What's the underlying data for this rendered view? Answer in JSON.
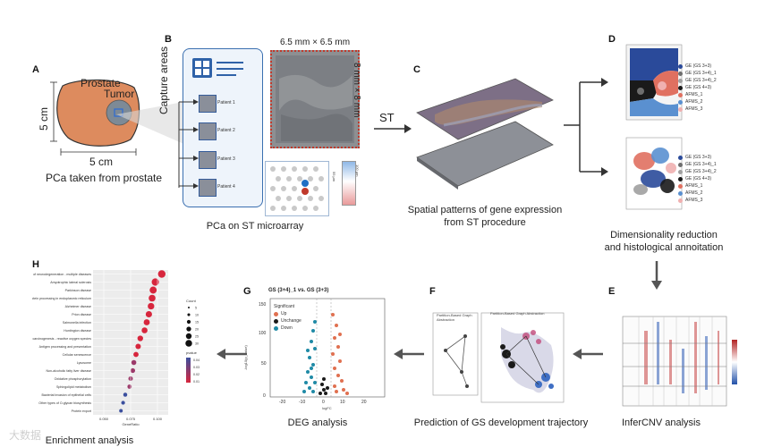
{
  "panels": {
    "A": {
      "letter": "A",
      "organ_label": "Prostate",
      "tumor_label": "Tumor",
      "dim_vertical": "5 cm",
      "dim_horizontal": "5 cm",
      "caption": "PCa taken from prostate"
    },
    "B": {
      "letter": "B",
      "capture_areas_label": "Capture areas",
      "patients": [
        "Patient 1",
        "Patient 2",
        "Patient 3",
        "Patient 4"
      ],
      "size_top": "6.5 mm × 6.5 mm",
      "size_side": "8 mm × 8 mm",
      "spot_label_1": "55 μm",
      "spot_label_2": "100 μm",
      "caption": "PCa on ST microarray"
    },
    "C": {
      "letter": "C",
      "arrow_label": "ST",
      "caption_line1": "Spatial patterns of gene expression",
      "caption_line2": "from ST procedure"
    },
    "D": {
      "letter": "D",
      "legend_items": [
        "GE (GS 3+3)",
        "GE (GS 3+4)_1",
        "GE (GS 3+4)_2",
        "GE (GS 4+3)",
        "AFMS_1",
        "AFMS_2",
        "AFMS_3"
      ],
      "legend_colors": [
        "#2a4a9a",
        "#6e6e6e",
        "#a0a0a0",
        "#1a1a1a",
        "#e07060",
        "#5a90d0",
        "#f0b0b0"
      ],
      "caption_line1": "Dimensionality reduction",
      "caption_line2": "and histological annoitation"
    },
    "E": {
      "letter": "E",
      "caption": "InferCNV analysis"
    },
    "F": {
      "letter": "F",
      "title_left": "Partition-Based Graph Abstraction",
      "title_right": "Partition-Based Graph Abstraction",
      "caption": "Prediction of GS development trajectory"
    },
    "G": {
      "letter": "G",
      "title": "GS (3+4)_1 vs. GS (3+3)",
      "legend_title": "Significant",
      "legend_items": [
        "Up",
        "Unchange",
        "Down"
      ],
      "legend_colors": [
        "#e07050",
        "#1a1a1a",
        "#1f8aa6"
      ],
      "ylabel": "-log10(p_value)",
      "xlabel": "logFC",
      "x_ticks": [
        "-20",
        "-10",
        "0",
        "10",
        "20"
      ],
      "y_ticks": [
        "0",
        "50",
        "100",
        "150"
      ],
      "caption": "DEG analysis"
    },
    "H": {
      "letter": "H",
      "terms": [
        "Pathways of neurodegeneration - multiple diseases",
        "Amyotrophic lateral sclerosis",
        "Parkinson disease",
        "Protein processing in endoplasmic reticulum",
        "Alzheimer disease",
        "Prion disease",
        "Salmonella infection",
        "Huntington disease",
        "Chemical carcinogenesis - reactive oxygen species",
        "Antigen processing and presentation",
        "Cellular senescence",
        "Lysosome",
        "Non-alcoholic fatty liver disease",
        "Oxidative phosphorylation",
        "Sphingolipid metabolism",
        "Bacterial invasion of epithelial cells",
        "Other types of O-glycan biosynthesis",
        "Protein export"
      ],
      "gene_ratio": [
        0.104,
        0.098,
        0.096,
        0.095,
        0.094,
        0.092,
        0.09,
        0.088,
        0.084,
        0.082,
        0.08,
        0.078,
        0.077,
        0.075,
        0.074,
        0.07,
        0.068,
        0.066
      ],
      "x_ticks": [
        "0.050",
        "0.075",
        "0.100"
      ],
      "xlabel": "GeneRatio",
      "count_title": "Count",
      "count_levels": [
        "5",
        "10",
        "15",
        "20",
        "25",
        "30"
      ],
      "pvalue_title": "pvalue",
      "pvalue_levels": [
        "0.04",
        "0.03",
        "0.02",
        "0.01"
      ],
      "caption": "Enrichment analysis"
    }
  },
  "watermark": "大数据"
}
